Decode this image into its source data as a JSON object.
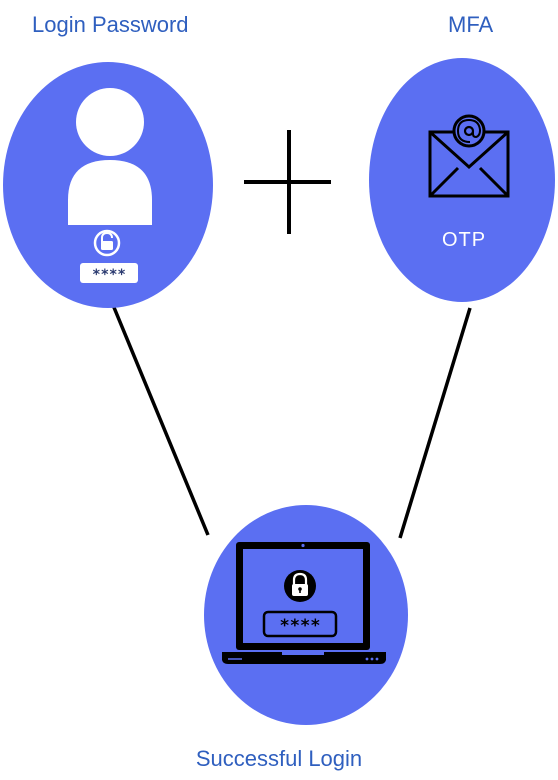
{
  "labels": {
    "left": "Login Password",
    "right": "MFA",
    "bottom": "Successful Login"
  },
  "otp_text": "OTP",
  "password_mask_left": "****",
  "password_mask_bottom": "****",
  "colors": {
    "circle_fill": "#5b6ff2",
    "label_text": "#2f5fbf",
    "connector": "#000000"
  },
  "icons": {
    "left_circle": "user-with-lock-icon",
    "right_circle": "envelope-at-icon",
    "bottom_circle": "laptop-lock-icon",
    "operator": "plus-icon"
  }
}
